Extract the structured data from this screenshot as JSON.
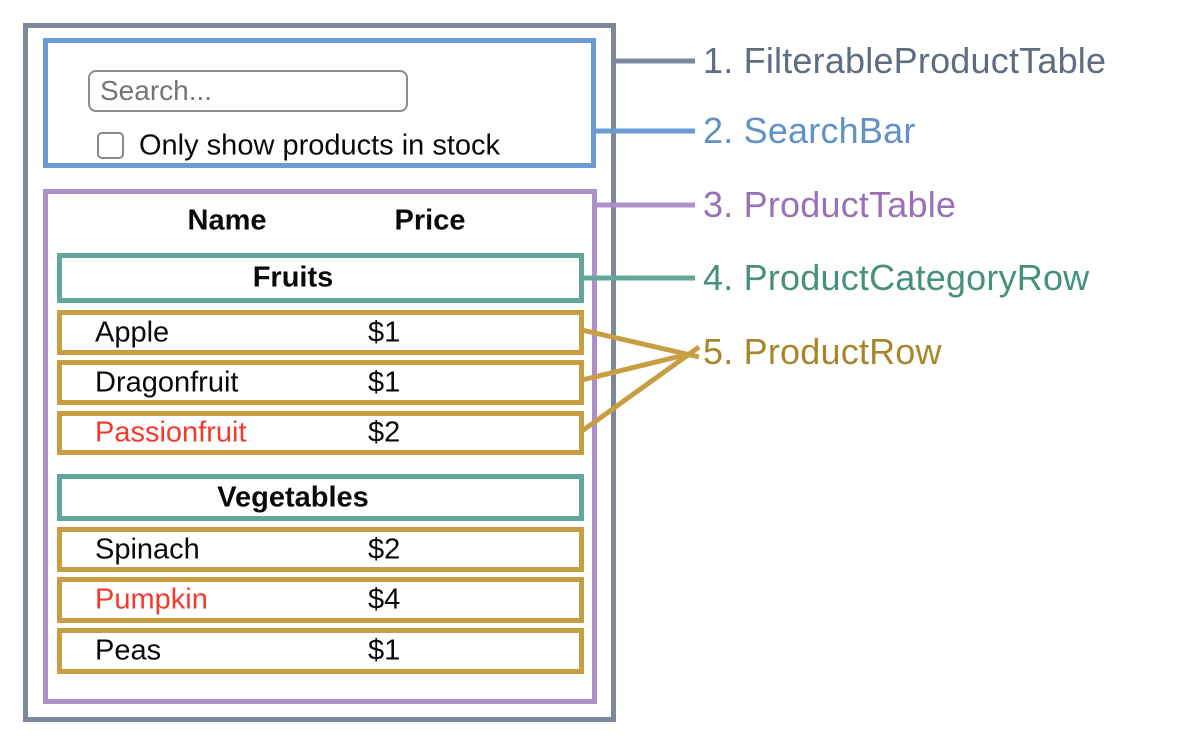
{
  "diagram": {
    "description": "UI outline diagram of a filterable product table split into components",
    "colors": {
      "filterable_product_table": "#7c879b",
      "search_bar": "#6d9bd4",
      "product_table": "#ad8fc9",
      "product_category_row": "#62a79a",
      "product_row": "#c79e42",
      "out_of_stock_text": "#f43a2d",
      "text": "#0a0a0a"
    }
  },
  "search_bar": {
    "input_placeholder": "Search...",
    "checkbox_label": "Only show products in stock",
    "checkbox_checked": false
  },
  "table": {
    "name_header": "Name",
    "price_header": "Price",
    "sections": [
      {
        "category": "Fruits",
        "items": [
          {
            "name": "Apple",
            "price": "$1",
            "red_text": false
          },
          {
            "name": "Dragonfruit",
            "price": "$1",
            "red_text": false
          },
          {
            "name": "Passionfruit",
            "price": "$2",
            "red_text": true
          }
        ]
      },
      {
        "category": "Vegetables",
        "items": [
          {
            "name": "Spinach",
            "price": "$2",
            "red_text": false
          },
          {
            "name": "Pumpkin",
            "price": "$4",
            "red_text": true
          },
          {
            "name": "Peas",
            "price": "$1",
            "red_text": false
          }
        ]
      }
    ]
  },
  "annotations": [
    {
      "label": "1. FilterableProductTable",
      "component": "FilterableProductTable",
      "color": "#5f6d82"
    },
    {
      "label": "2. SearchBar",
      "component": "SearchBar",
      "color": "#6191c6"
    },
    {
      "label": "3. ProductTable",
      "component": "ProductTable",
      "color": "#9a71b7"
    },
    {
      "label": "4. ProductCategoryRow",
      "component": "ProductCategoryRow",
      "color": "#46907e"
    },
    {
      "label": "5. ProductRow",
      "component": "ProductRow",
      "color": "#a8872c"
    }
  ]
}
